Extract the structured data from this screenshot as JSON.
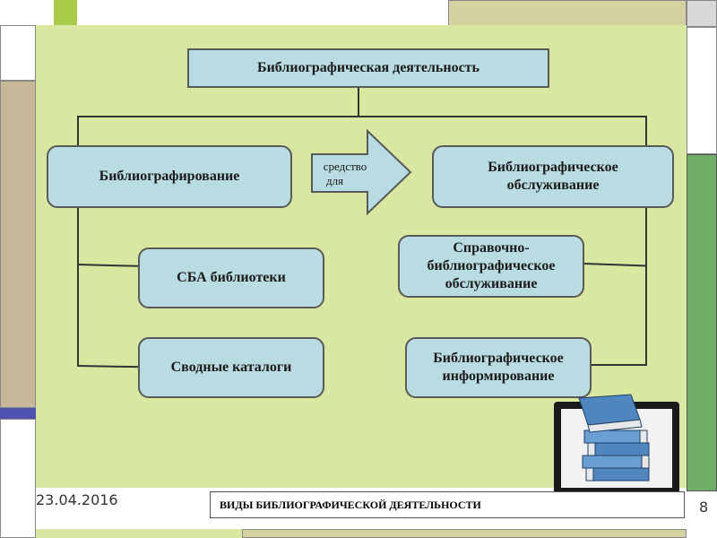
{
  "diagram": {
    "root": "Библиографическая деятельность",
    "left_main": "Библиографирование",
    "right_main": "Библиографическое обслуживание",
    "arrow_label_line1": "средство",
    "arrow_label_line2": "для",
    "left_children": [
      "СБА библиотеки",
      "Сводные каталоги"
    ],
    "right_children": [
      "Справочно-библиографическое обслуживание",
      "Библиографическое информирование"
    ]
  },
  "footer": {
    "date": "23.04.2016",
    "title": "ВИДЫ БИБЛИОГРАФИЧЕСКОЙ ДЕЯТЕЛЬНОСТИ",
    "page": "8"
  },
  "colors": {
    "background": "#d9e8a0",
    "box": "#b8dce1",
    "accent_green": "#b8d86a",
    "accent_tan": "#c8b89a"
  }
}
